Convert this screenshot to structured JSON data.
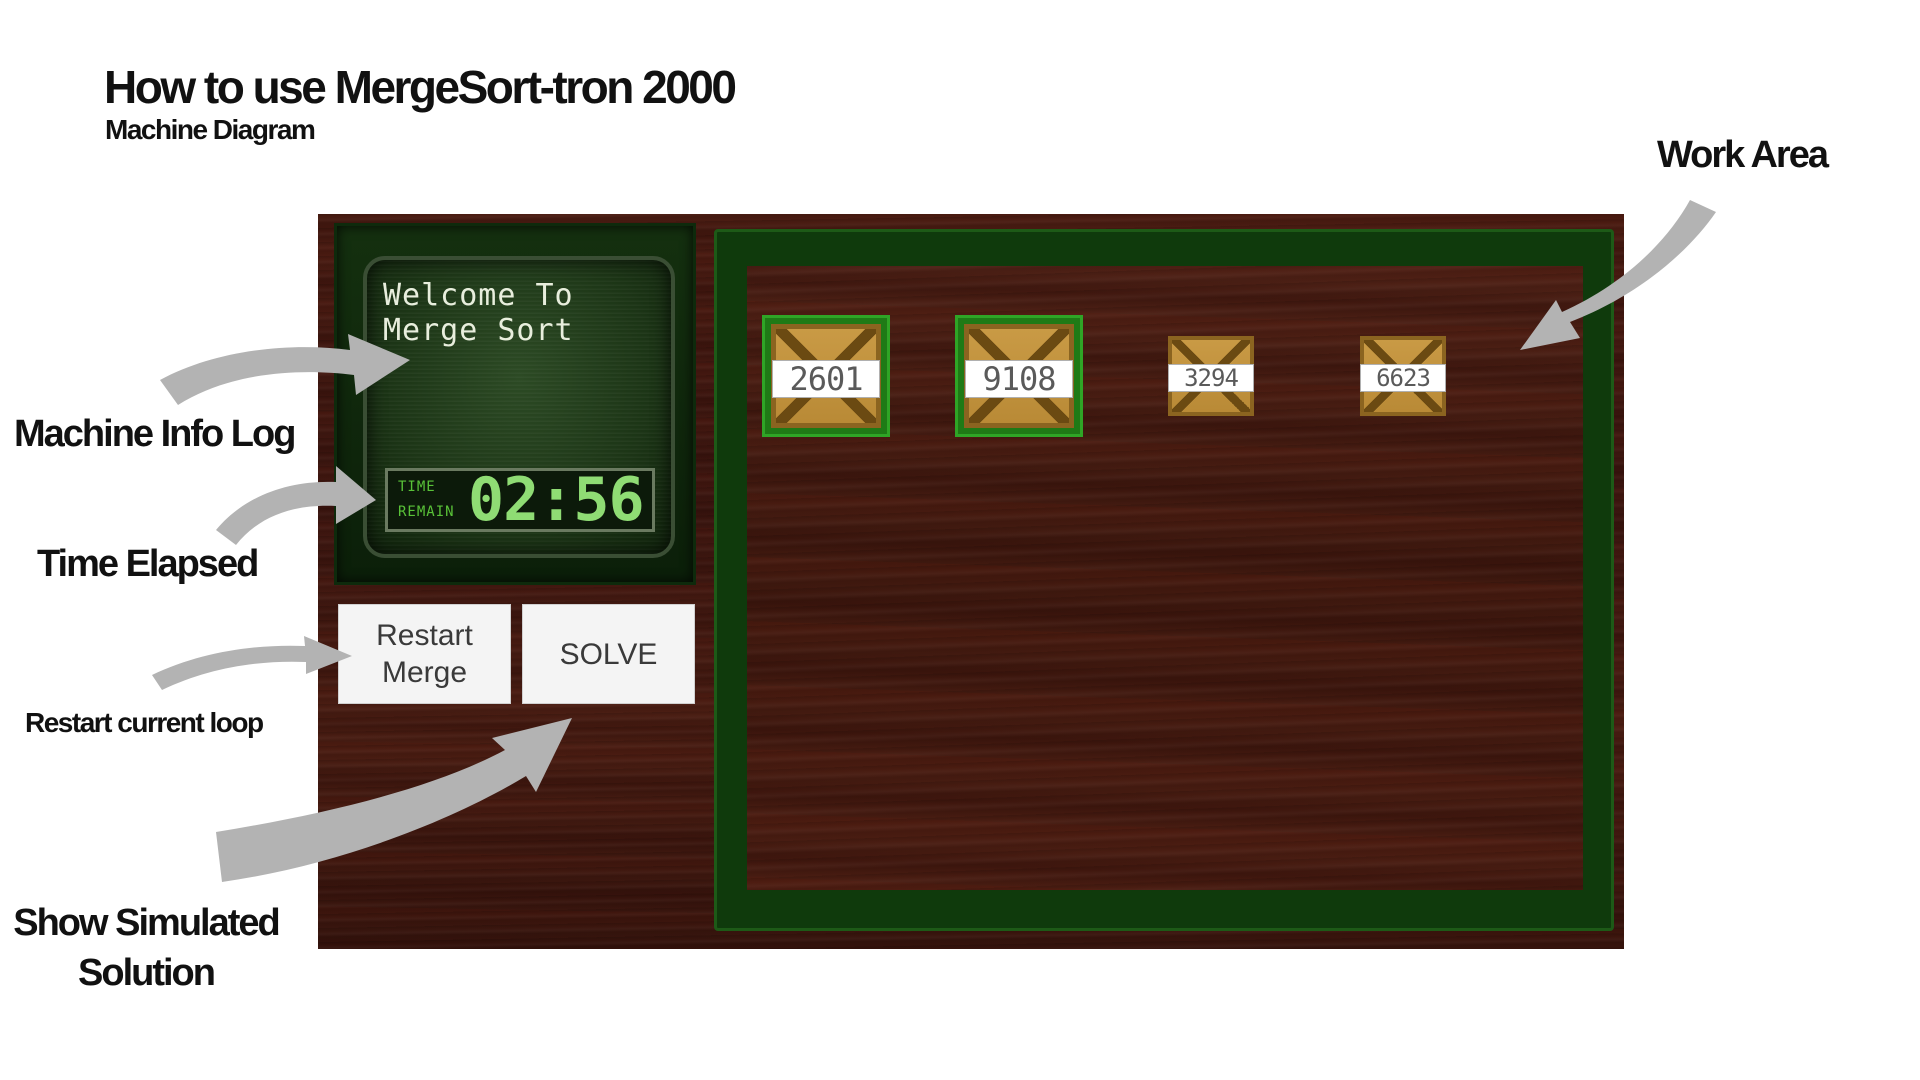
{
  "header": {
    "title": "How to use MergeSort-tron 2000",
    "subtitle": "Machine Diagram"
  },
  "callouts": {
    "info_log": "Machine Info Log",
    "time_elapsed": "Time Elapsed",
    "restart_loop": "Restart current loop",
    "show_solution_line1": "Show Simulated",
    "show_solution_line2": "Solution",
    "work_area": "Work Area"
  },
  "machine": {
    "log_line1": "Welcome To",
    "log_line2": "Merge Sort",
    "timer_caption_top": "TIME",
    "timer_caption_bottom": "REMAIN",
    "timer_value": "02:56",
    "restart_line1": "Restart",
    "restart_line2": "Merge",
    "solve_label": "SOLVE"
  },
  "work_area": {
    "crates": [
      {
        "value": "2601",
        "selected": true
      },
      {
        "value": "9108",
        "selected": true
      },
      {
        "value": "3294",
        "selected": false
      },
      {
        "value": "6623",
        "selected": false
      }
    ]
  },
  "colors": {
    "arrow": "#b3b3b3",
    "frame_green": "#0f3a0c",
    "selected_green": "#1f7a16",
    "timer_digits": "#8fdc74"
  }
}
